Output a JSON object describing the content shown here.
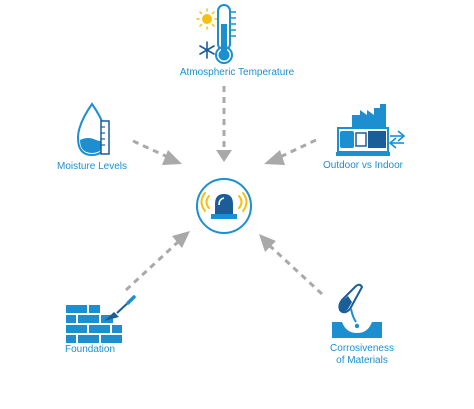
{
  "diagram": {
    "center": {
      "icon": "alarm-siren-icon"
    },
    "factors": [
      {
        "id": "atmospheric-temperature",
        "label": "Atmospheric Temperature",
        "icon": "thermometer-sun-snowflake-icon"
      },
      {
        "id": "moisture-levels",
        "label": "Moisture Levels",
        "icon": "water-drop-gauge-icon"
      },
      {
        "id": "outdoor-vs-indoor",
        "label": "Outdoor vs Indoor",
        "icon": "factory-machine-icon"
      },
      {
        "id": "foundation",
        "label": "Foundation",
        "icon": "brick-wall-trowel-icon"
      },
      {
        "id": "corrosiveness-of-materials",
        "label_line1": "Corrosiveness",
        "label_line2": "of Materials",
        "icon": "test-tube-liquid-icon"
      }
    ],
    "colors": {
      "primary": "#1b8fd0",
      "dark": "#1a5d99",
      "arrow": "#a9a9a9",
      "alarm_light": "#f5c013",
      "sun": "#f5c013"
    }
  }
}
